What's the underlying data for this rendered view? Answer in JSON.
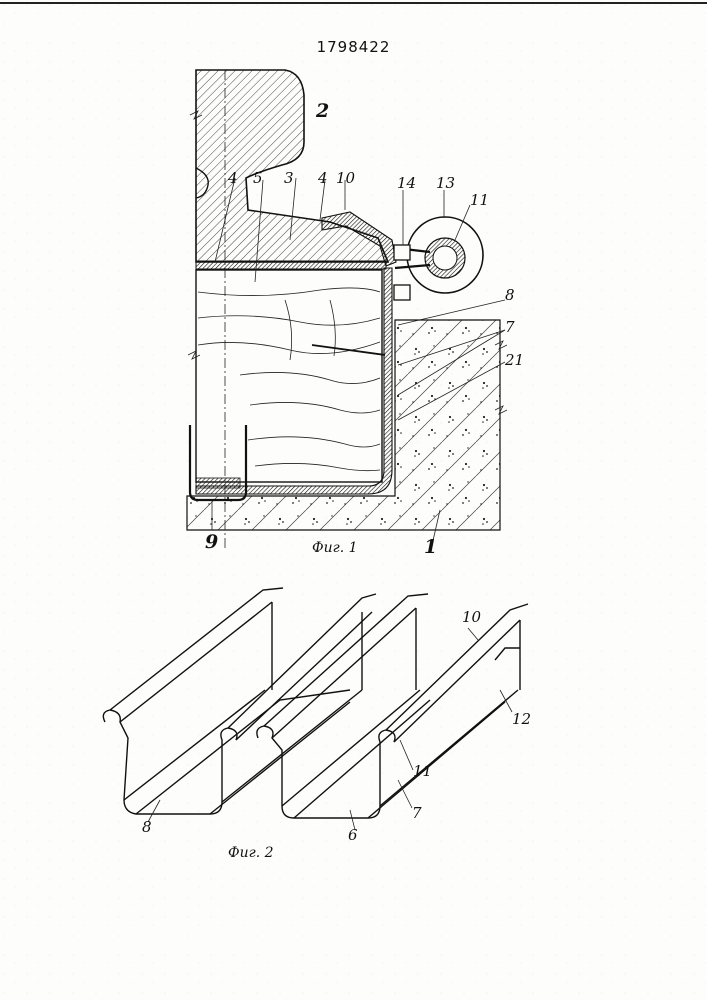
{
  "document": {
    "patent_number": "1798422"
  },
  "figure1": {
    "caption": "Фиг. 1",
    "labels": {
      "l1": "1",
      "l2": "2",
      "l3": "3",
      "l4a": "4",
      "l4b": "4",
      "l5": "5",
      "l7": "7",
      "l8": "8",
      "l9": "9",
      "l10": "10",
      "l11": "11",
      "l13": "13",
      "l14": "14",
      "l21": "21"
    }
  },
  "figure2": {
    "caption": "Фиг. 2",
    "labels": {
      "l6": "6",
      "l7": "7",
      "l8": "8",
      "l10": "10",
      "l11": "11",
      "l12": "12"
    }
  }
}
